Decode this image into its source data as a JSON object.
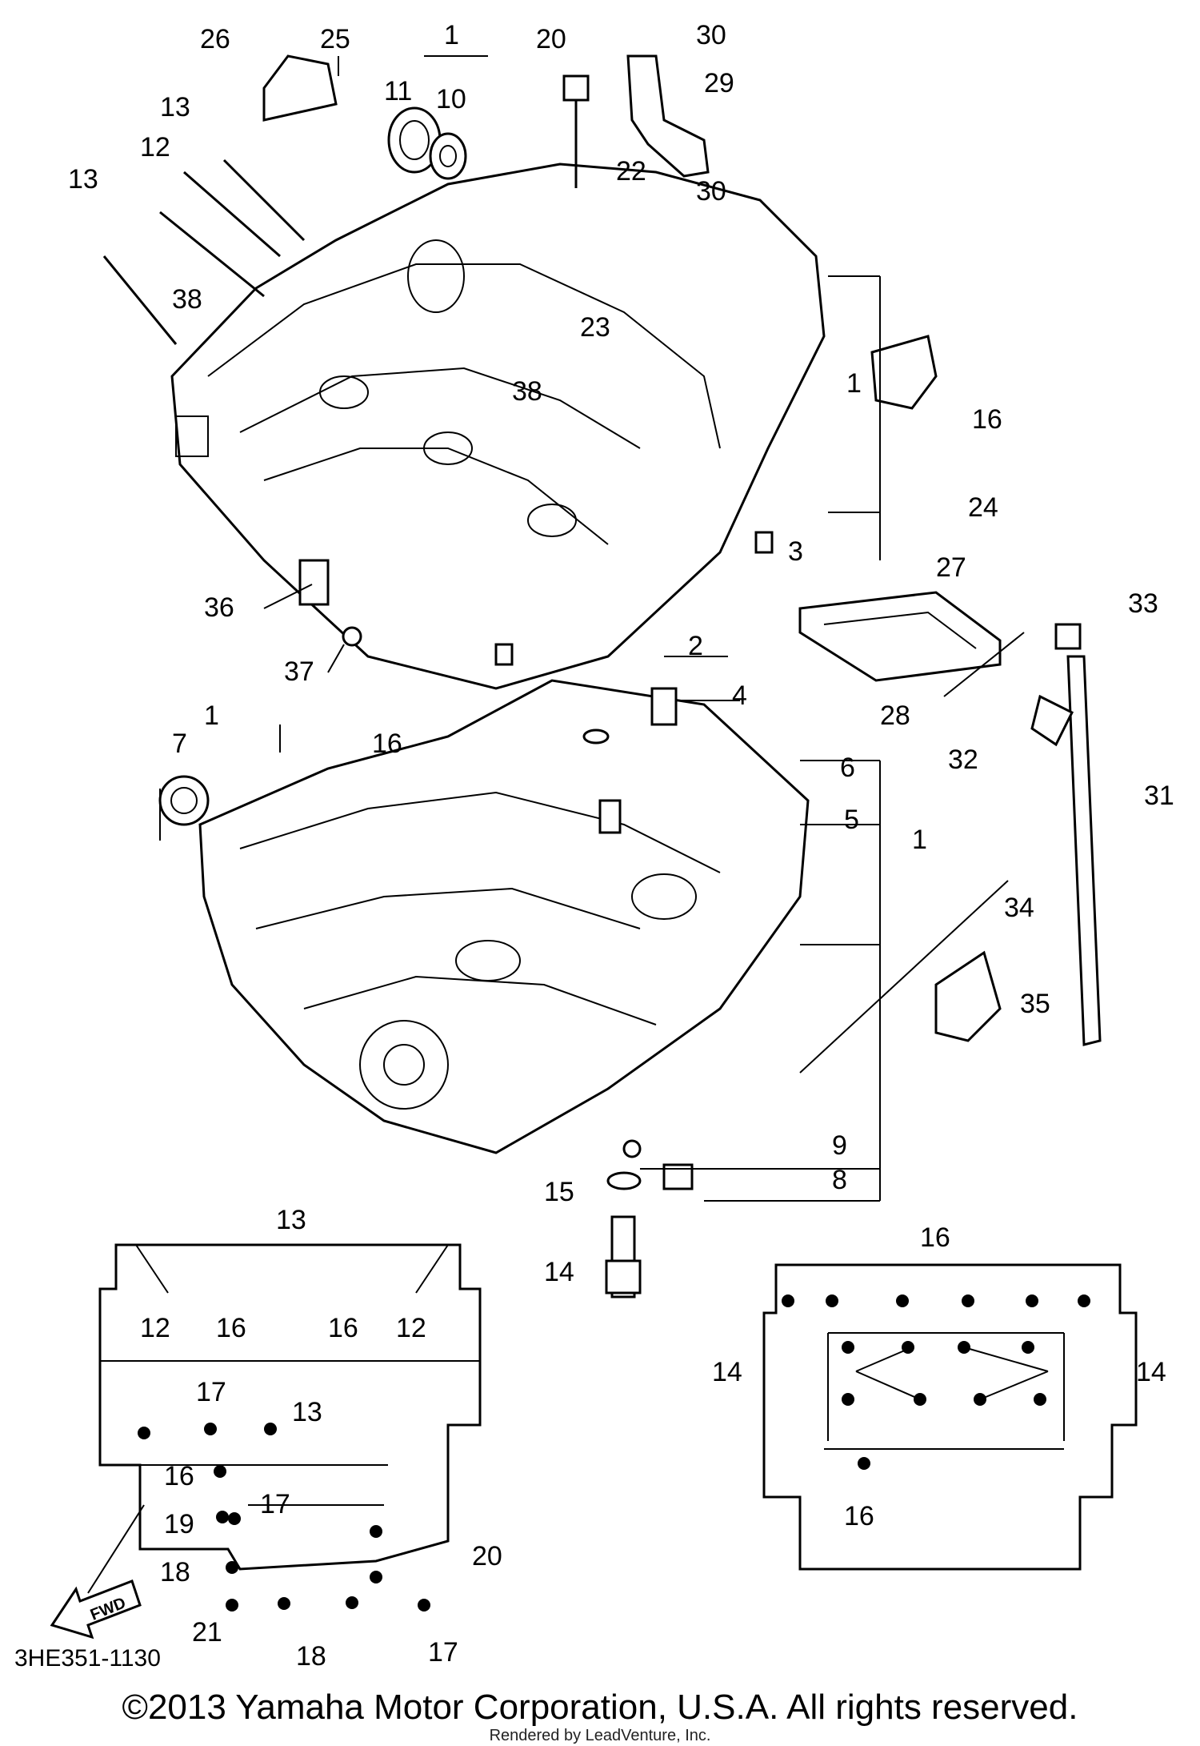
{
  "diagram": {
    "code": "3HE351-1130",
    "fwd_label": "FWD",
    "copyright": "©2013 Yamaha Motor Corporation, U.S.A. All rights reserved.",
    "rendered_by": "Rendered by LeadVenture, Inc."
  },
  "callouts": {
    "c1a": "1",
    "c1b": "1",
    "c1c": "1",
    "c1d": "1",
    "c2": "2",
    "c3": "3",
    "c4": "4",
    "c5": "5",
    "c6": "6",
    "c7": "7",
    "c8": "8",
    "c9": "9",
    "c10": "10",
    "c11": "11",
    "c12": "12",
    "c13a": "13",
    "c13b": "13",
    "c14": "14",
    "c15": "15",
    "c16a": "16",
    "c16b": "16",
    "c20": "20",
    "c22": "22",
    "c23": "23",
    "c24": "24",
    "c25": "25",
    "c26": "26",
    "c27": "27",
    "c28": "28",
    "c29": "29",
    "c30a": "30",
    "c30b": "30",
    "c31": "31",
    "c32": "32",
    "c33": "33",
    "c34": "34",
    "c35": "35",
    "c36": "36",
    "c37": "37",
    "c38a": "38",
    "c38b": "38"
  },
  "detail_left": {
    "l13a": "13",
    "l12a": "12",
    "l16a": "16",
    "l16b": "16",
    "l12b": "12",
    "l17a": "17",
    "l13b": "13",
    "l16c": "16",
    "l17b": "17",
    "l19": "19",
    "l18a": "18",
    "l20": "20",
    "l21": "21",
    "l18b": "18",
    "l17c": "17"
  },
  "detail_right": {
    "r16a": "16",
    "r14a": "14",
    "r14b": "14",
    "r16b": "16"
  }
}
